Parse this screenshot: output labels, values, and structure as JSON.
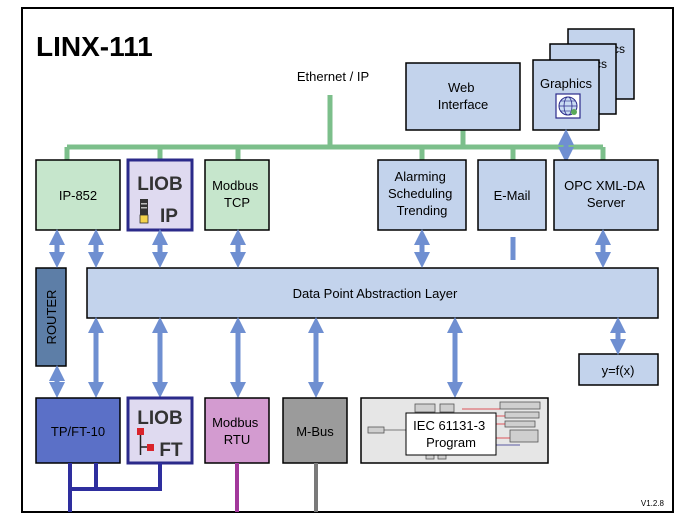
{
  "title": "LINX-111",
  "version": "V1.2.8",
  "ethernet_label": "Ethernet / IP",
  "abstraction_layer": "Data Point Abstraction Layer",
  "router": "ROUTER",
  "formula": "y=f(x)",
  "web_interface": [
    "Web",
    "Interface"
  ],
  "graphics": {
    "label": "Graphics",
    "stack_labels": [
      "Graphics",
      "Graphics"
    ]
  },
  "top_modules": {
    "ip852": "IP-852",
    "liob_ip": {
      "brand": "LIOB",
      "suffix": "IP"
    },
    "modbus_tcp": [
      "Modbus",
      "TCP"
    ],
    "alarming": [
      "Alarming",
      "Scheduling",
      "Trending"
    ],
    "email": "E-Mail",
    "opc": [
      "OPC XML-DA",
      "Server"
    ]
  },
  "bottom_modules": {
    "tpft10": "TP/FT-10",
    "liob_ft": {
      "brand": "LIOB",
      "suffix": "FT"
    },
    "modbus_rtu": [
      "Modbus",
      "RTU"
    ],
    "mbus": "M-Bus",
    "iec": [
      "IEC  61131-3",
      "Program"
    ]
  },
  "colors": {
    "ethernet_green": "#7cbf8b",
    "green_fill": "#c6e6cc",
    "blue_fill": "#c3d3ec",
    "liob_fill": "#dfdaf0",
    "liob_border": "#2b2a8a",
    "router_fill": "#5d7ea7",
    "tpft_fill": "#5b70c7",
    "modbus_rtu_fill": "#d39bd0",
    "mbus_fill": "#9b9b9b",
    "arrow_blue": "#6f8fd1",
    "bus_navy": "#2e2e9e",
    "bus_purple": "#a2389b",
    "bus_gray": "#7a7a7a"
  }
}
